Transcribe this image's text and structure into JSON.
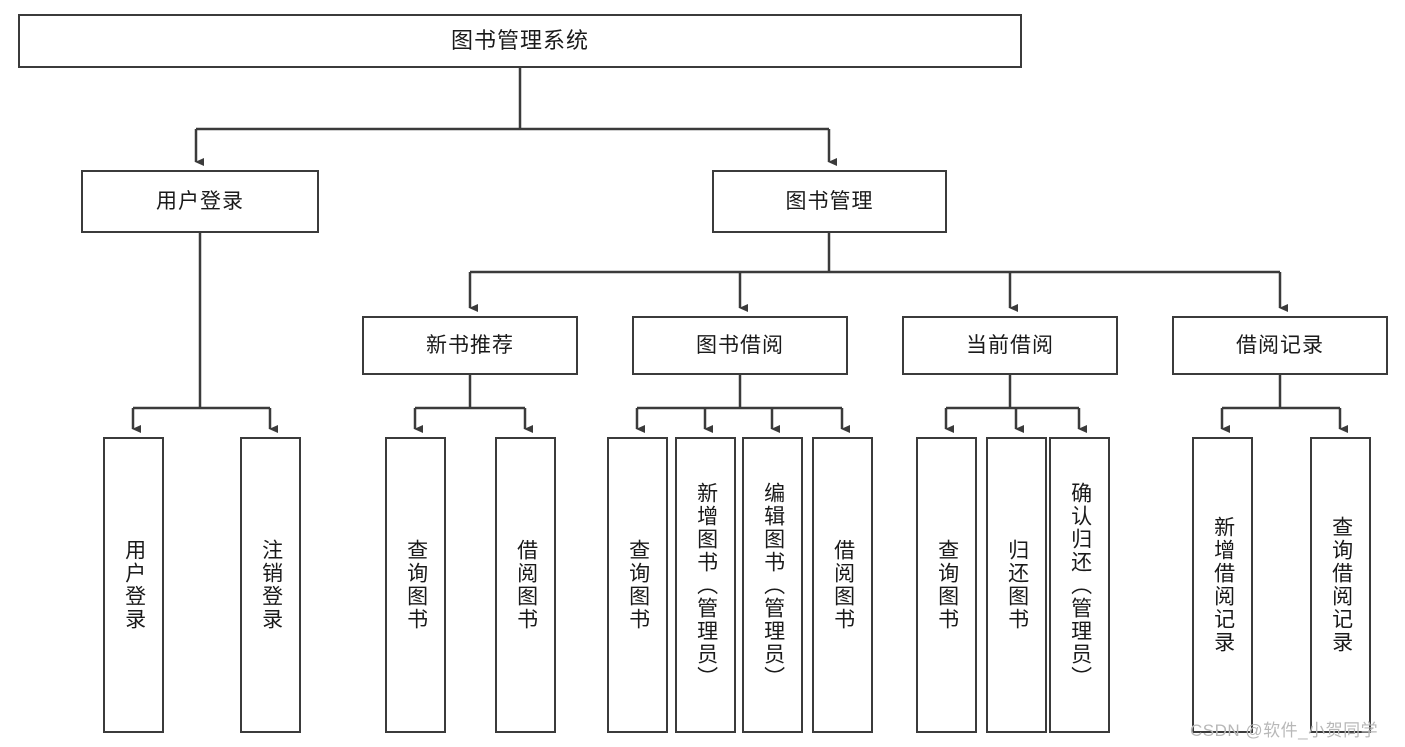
{
  "diagram": {
    "title": "图书管理系统",
    "root": {
      "label": "图书管理系统"
    },
    "tier2": [
      {
        "label": "用户登录"
      },
      {
        "label": "图书管理"
      }
    ],
    "tier3": [
      {
        "label": "新书推荐"
      },
      {
        "label": "图书借阅"
      },
      {
        "label": "当前借阅"
      },
      {
        "label": "借阅记录"
      }
    ],
    "leaves": {
      "user_login": [
        {
          "label": "用户登录"
        },
        {
          "label": "注销登录"
        }
      ],
      "new_book_recommend": [
        {
          "label": "查询图书"
        },
        {
          "label": "借阅图书"
        }
      ],
      "book_borrow": [
        {
          "label": "查询图书"
        },
        {
          "label": "新增图书（管理员）"
        },
        {
          "label": "编辑图书（管理员）"
        },
        {
          "label": "借阅图书"
        }
      ],
      "current_borrow": [
        {
          "label": "查询图书"
        },
        {
          "label": "归还图书"
        },
        {
          "label": "确认归还（管理员）"
        }
      ],
      "borrow_record": [
        {
          "label": "新增借阅记录"
        },
        {
          "label": "查询借阅记录"
        }
      ]
    }
  },
  "watermark": {
    "text": "CSDN @软件_小贺同学"
  },
  "colors": {
    "border": "#3b3b3b",
    "background": "#ffffff",
    "text": "#1a1a1a",
    "watermark": "#b8b8b8"
  }
}
